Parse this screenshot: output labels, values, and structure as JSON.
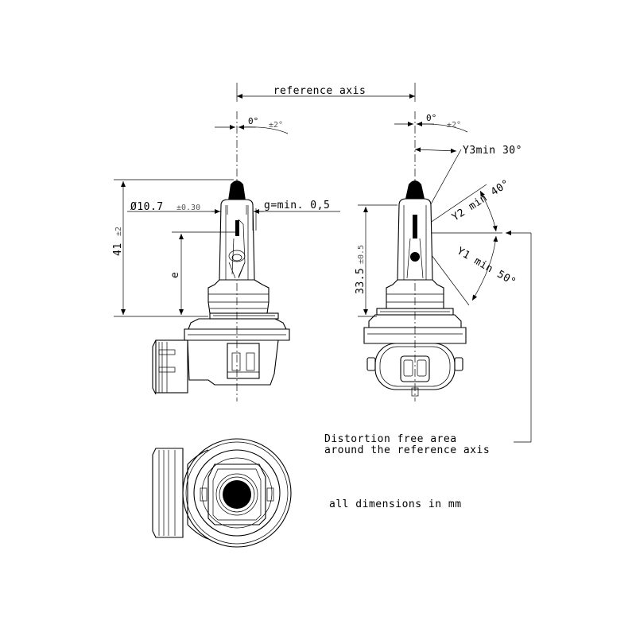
{
  "labels": {
    "reference_axis": "reference axis",
    "angle_left": "0°",
    "angle_left_tol": "±2°",
    "angle_right": "0°",
    "angle_right_tol": "±2°",
    "y3": "Y3min 30°",
    "y2": "Y2 min 40°",
    "y1": "Y1 min 50°",
    "diameter": "Ø10.7",
    "diameter_tol": "±0.30",
    "gap": "g=min. 0,5",
    "height_41": "41",
    "height_41_tol": "±2",
    "e": "e",
    "height_33": "33.5",
    "height_33_tol": "±0.5",
    "distortion_line1": "Distortion free area",
    "distortion_line2": "around the reference axis",
    "units": "all dimensions in mm"
  }
}
